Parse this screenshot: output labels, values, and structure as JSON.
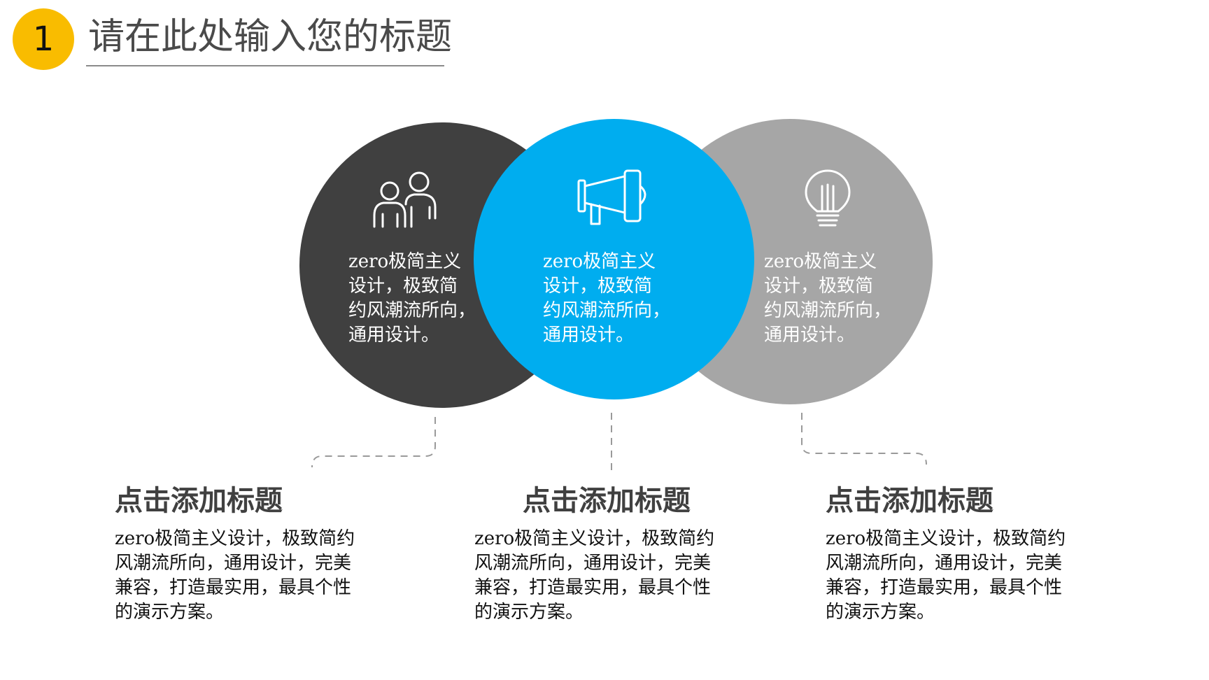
{
  "header": {
    "number": "1",
    "title": "请在此处输入您的标题"
  },
  "colors": {
    "badge": "#F9BC00",
    "circle_dark": "#404040",
    "circle_blue": "#00ADEF",
    "circle_gray": "#A6A6A6",
    "title_text": "#404040"
  },
  "circles": [
    {
      "icon": "people-icon",
      "text": "zero极简主义\n设计，极致简\n约风潮流所向，\n通用设计。"
    },
    {
      "icon": "megaphone-icon",
      "text": "zero极简主义\n设计，极致简\n约风潮流所向，\n通用设计。"
    },
    {
      "icon": "lightbulb-icon",
      "text": "zero极简主义\n设计，极致简\n约风潮流所向，\n通用设计。"
    }
  ],
  "cards": [
    {
      "title": "点击添加标题",
      "body": "zero极简主义设计，极致简约\n风潮流所向，通用设计，完美\n兼容，打造最实用，最具个性\n的演示方案。"
    },
    {
      "title": "点击添加标题",
      "body": "zero极简主义设计，极致简约\n风潮流所向，通用设计，完美\n兼容，打造最实用，最具个性\n的演示方案。"
    },
    {
      "title": "点击添加标题",
      "body": "zero极简主义设计，极致简约\n风潮流所向，通用设计，完美\n兼容，打造最实用，最具个性\n的演示方案。"
    }
  ]
}
